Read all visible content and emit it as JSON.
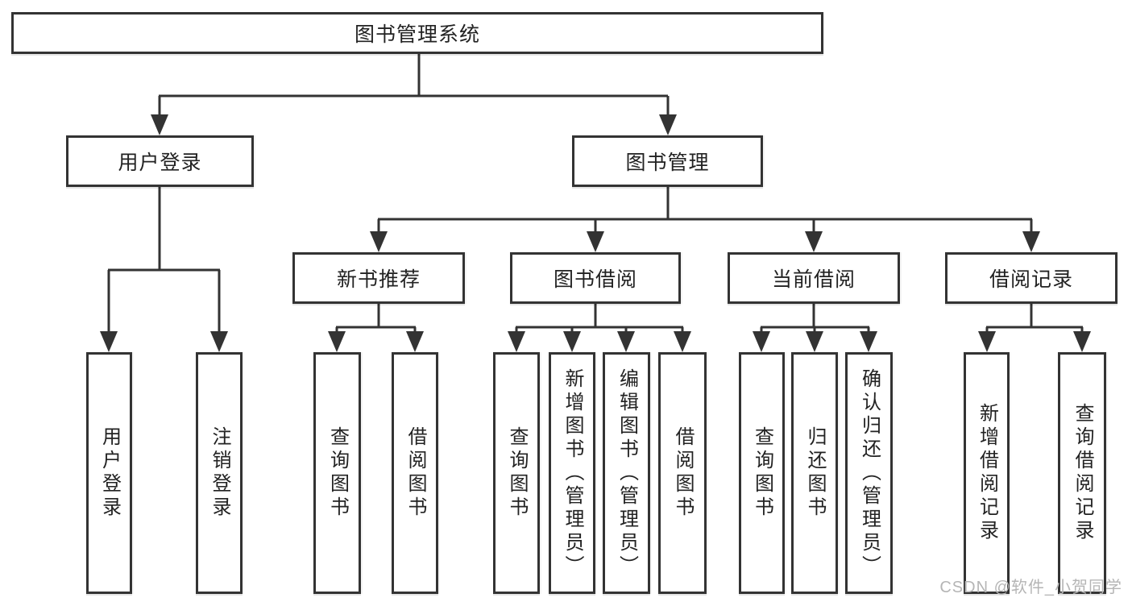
{
  "diagram_type": "hierarchy-tree",
  "root": {
    "label": "图书管理系统"
  },
  "branches": [
    {
      "label": "用户登录",
      "leaves": [
        {
          "label": "用户登录"
        },
        {
          "label": "注销登录"
        }
      ]
    },
    {
      "label": "图书管理",
      "groups": [
        {
          "label": "新书推荐",
          "leaves": [
            {
              "label": "查询图书"
            },
            {
              "label": "借阅图书"
            }
          ]
        },
        {
          "label": "图书借阅",
          "leaves": [
            {
              "label": "查询图书"
            },
            {
              "label": "新增图书（管理员）"
            },
            {
              "label": "编辑图书（管理员）"
            },
            {
              "label": "借阅图书"
            }
          ]
        },
        {
          "label": "当前借阅",
          "leaves": [
            {
              "label": "查询图书"
            },
            {
              "label": "归还图书"
            },
            {
              "label": "确认归还（管理员）"
            }
          ]
        },
        {
          "label": "借阅记录",
          "leaves": [
            {
              "label": "新增借阅记录"
            },
            {
              "label": "查询借阅记录"
            }
          ]
        }
      ]
    }
  ],
  "watermark": "CSDN @软件_小贺同学",
  "colors": {
    "line": "#333333",
    "text": "#222222",
    "watermark": "#b5b5b5",
    "background": "#ffffff"
  }
}
